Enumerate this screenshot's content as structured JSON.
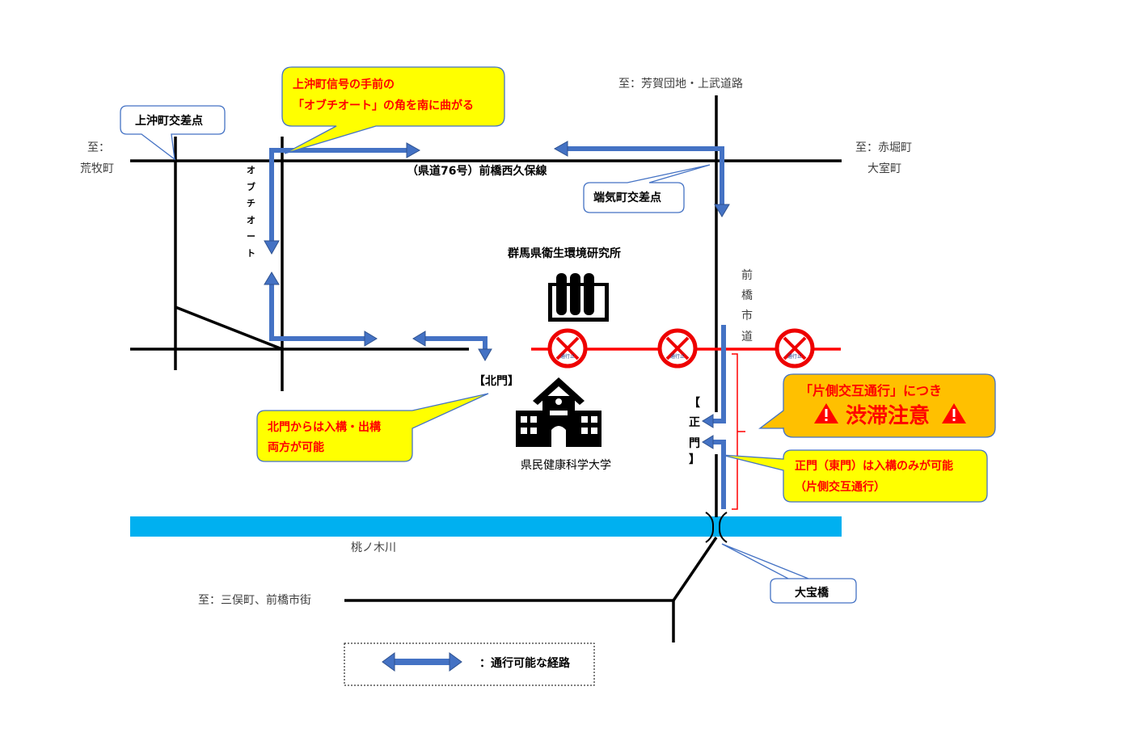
{
  "colors": {
    "road": "#000000",
    "arrow": "#4472c4",
    "closed_road": "#ff0000",
    "river": "#00b0f0",
    "callout_yellow": "#ffff00",
    "callout_orange": "#ffc000",
    "callout_border": "#4472c4"
  },
  "labels": {
    "to_aramaki_1": "至：",
    "to_aramaki_2": "荒牧町",
    "to_haga": "至：芳賀団地・上武道路",
    "to_akabori_1": "至：赤堀町",
    "to_akabori_2": "大室町",
    "route76": "（県道76号）前橋西久保線",
    "obuchi_vertical": [
      "オ",
      "ブ",
      "チ",
      "オ",
      "ー",
      "ト"
    ],
    "maebashi_road": [
      "前",
      "橋",
      "市",
      "道"
    ],
    "lab": "群馬県衛生環境研究所",
    "north_gate": "【北門】",
    "main_gate": [
      "【",
      "正",
      "門",
      "】"
    ],
    "university": "県民健康科学大学",
    "river": "桃ノ木川",
    "to_matamata": "至：三俣町、前橋市街"
  },
  "callouts": {
    "kamiokimachi": "上沖町交差点",
    "turn_1": "上沖町信号の手前の",
    "turn_2": "「オブチオート」の角を南に曲がる",
    "hakemachi": "端気町交差点",
    "north_1": "北門からは入構・出構",
    "north_2": "両方が可能",
    "warning_1": "「片側交互通行」につき",
    "warning_2": "渋滞注意",
    "main_1": "正門（東門）は入構のみが可能",
    "main_2": "（片側交互通行）",
    "bridge": "大宝橋"
  },
  "no_entry_sign_text": "通行止",
  "icons": [
    "laboratory-icon",
    "school-icon",
    "no-entry-sign-icon",
    "warning-icon"
  ],
  "legend": {
    "label": "：通行可能な経路"
  }
}
